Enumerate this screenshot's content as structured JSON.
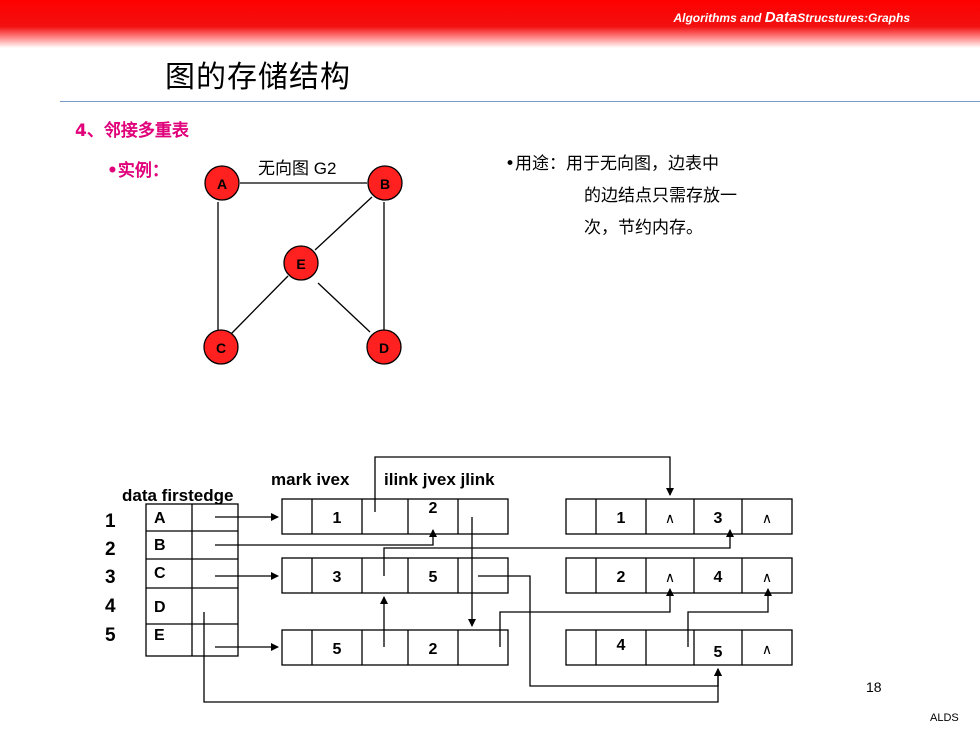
{
  "header": {
    "prefix": "Algorithms and ",
    "emph": "Data",
    "suffix": "Strucstures:Graphs"
  },
  "title": "图的存储结构",
  "section_heading": "4、邻接多重表",
  "example_label": "•实例：",
  "graph": {
    "caption": "无向图 G2",
    "vertices": [
      "A",
      "B",
      "E",
      "C",
      "D"
    ],
    "vertex_color": "#ff2020"
  },
  "usage": {
    "line1": "•用途：用于无向图，边表中",
    "line2": "的边结点只需存放一",
    "line3": "次，节约内存。"
  },
  "structure": {
    "vertex_header": "data firstedge",
    "edge_header_left": "mark ivex",
    "edge_header_right": "ilink jvex jlink",
    "row_indices": [
      "1",
      "2",
      "3",
      "4",
      "5"
    ],
    "vertex_data": [
      "A",
      "B",
      "C",
      "D",
      "E"
    ],
    "edge_nodes": [
      {
        "ivex": "1",
        "jvex": "2"
      },
      {
        "ivex": "3",
        "jvex": "5"
      },
      {
        "ivex": "5",
        "jvex": "2"
      },
      {
        "ivex": "1",
        "jvex": "3"
      },
      {
        "ivex": "2",
        "jvex": "4"
      },
      {
        "ivex": "4",
        "jvex": "5"
      }
    ],
    "null_symbol": "∧"
  },
  "page_number": "18",
  "footer": "ALDS"
}
